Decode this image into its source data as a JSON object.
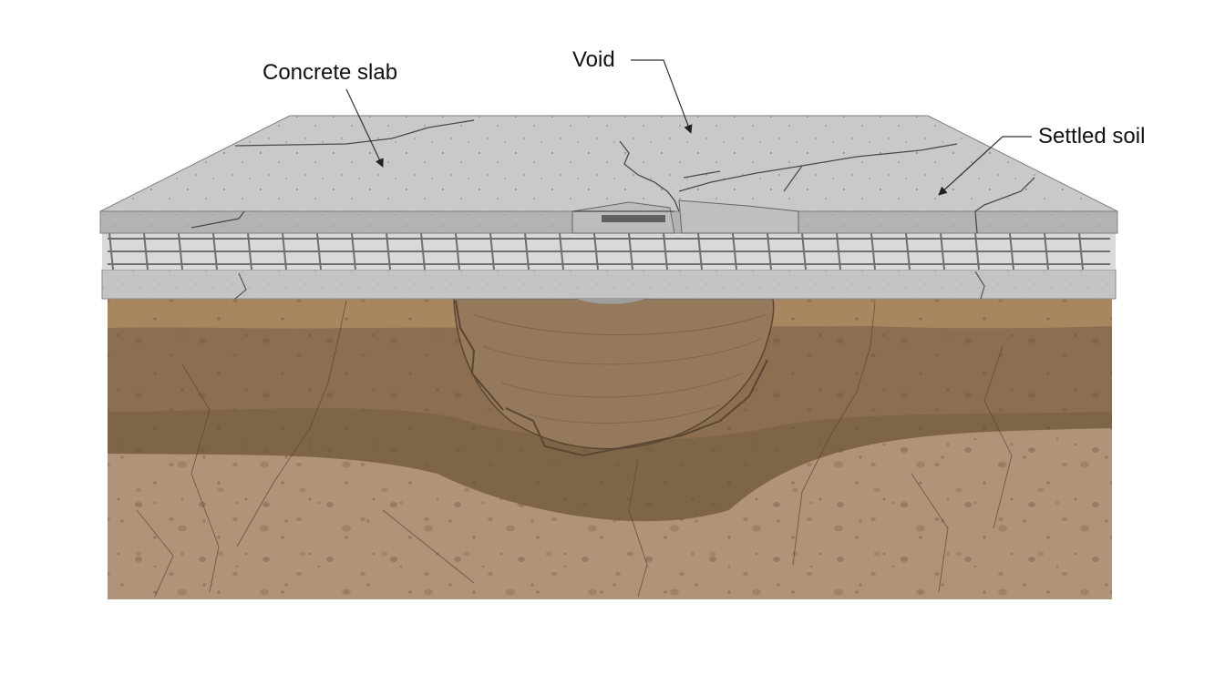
{
  "labels": {
    "concrete_slab": "Concrete slab",
    "void": "Void",
    "settled_soil": "Settled soil"
  },
  "colors": {
    "background": "#ffffff",
    "slab_top": "#c9c9c9",
    "slab_edge": "#b3b3b3",
    "rebar": "#6e6e6e",
    "soil_top_layer": "#a8865f",
    "soil_mid_layer": "#7f6548",
    "soil_lower_layer": "#b09479",
    "void_soil": "#94795c",
    "crack": "#4a4a4a",
    "leader_line": "#333333"
  }
}
